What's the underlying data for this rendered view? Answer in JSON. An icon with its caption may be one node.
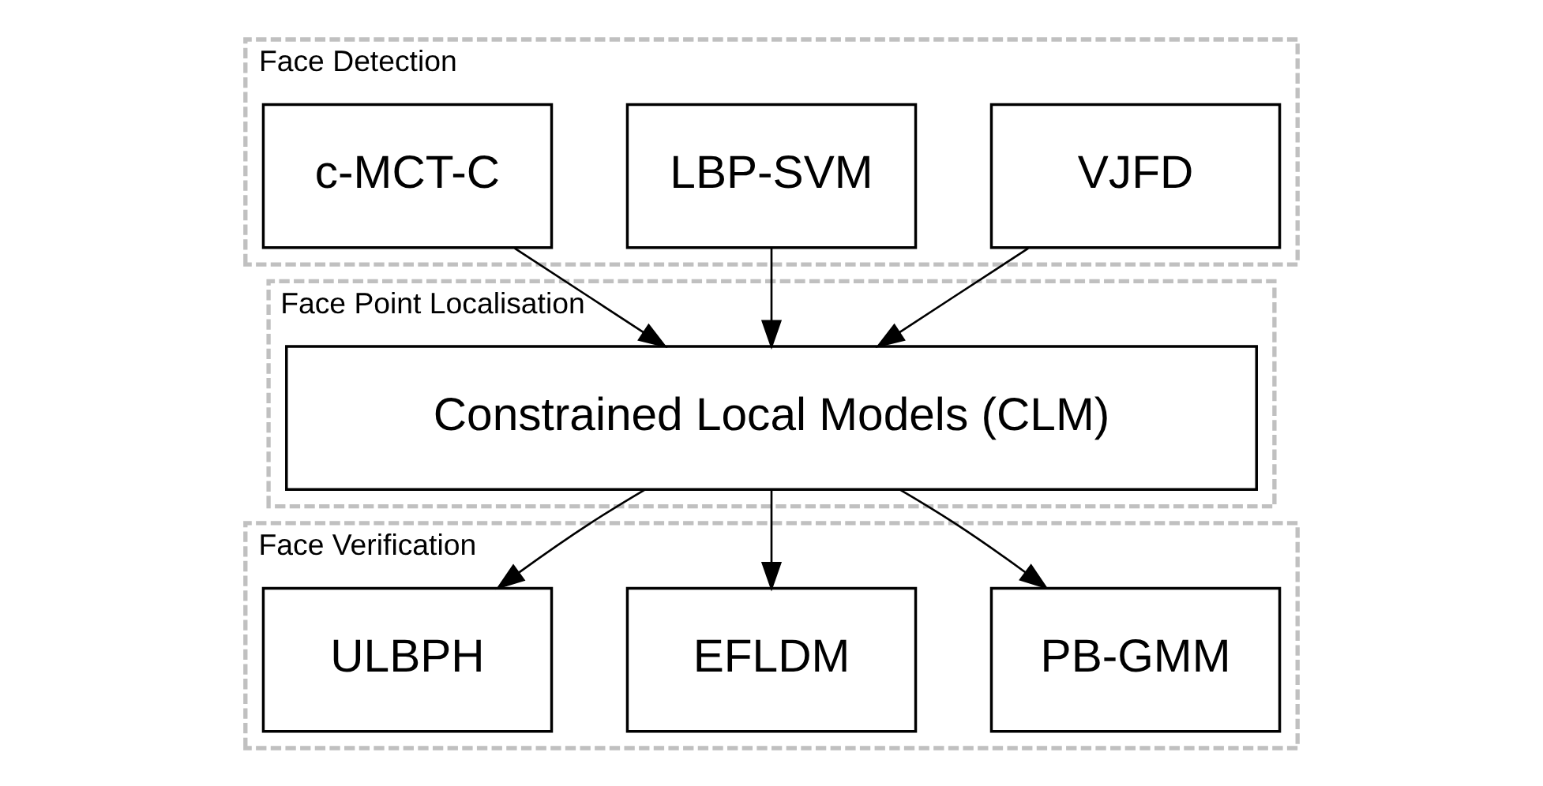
{
  "diagram": {
    "nodes": [
      {
        "text": [
          "Face Detection"
        ]
      },
      {
        "text": [
          "VJFD"
        ],
        "in": 0
      },
      {
        "text": [
          "LBP-SVM"
        ],
        "in": 0
      },
      {
        "text": [
          "c-MCT-C"
        ],
        "in": 0
      },
      {
        "text": [
          "Face Point Localisation"
        ]
      },
      {
        "text": [
          "Constrained Local Models (CLM)"
        ],
        "in": 4
      },
      {
        "text": [
          "Face Verification"
        ]
      },
      {
        "text": [
          "PB-GMM"
        ],
        "in": 6
      },
      {
        "text": [
          "EFLDM"
        ],
        "in": 6
      },
      {
        "text": [
          "ULBPH"
        ],
        "in": 6
      }
    ],
    "edges": [
      {
        "from": 1,
        "to": 5,
        "arrow": "to"
      },
      {
        "from": 2,
        "to": 5,
        "arrow": "to"
      },
      {
        "from": 3,
        "to": 5,
        "arrow": "to"
      },
      {
        "from": 5,
        "to": 7,
        "arrow": "to"
      },
      {
        "from": 5,
        "to": 8,
        "arrow": "to"
      },
      {
        "from": 5,
        "to": 9,
        "arrow": "to"
      }
    ]
  }
}
